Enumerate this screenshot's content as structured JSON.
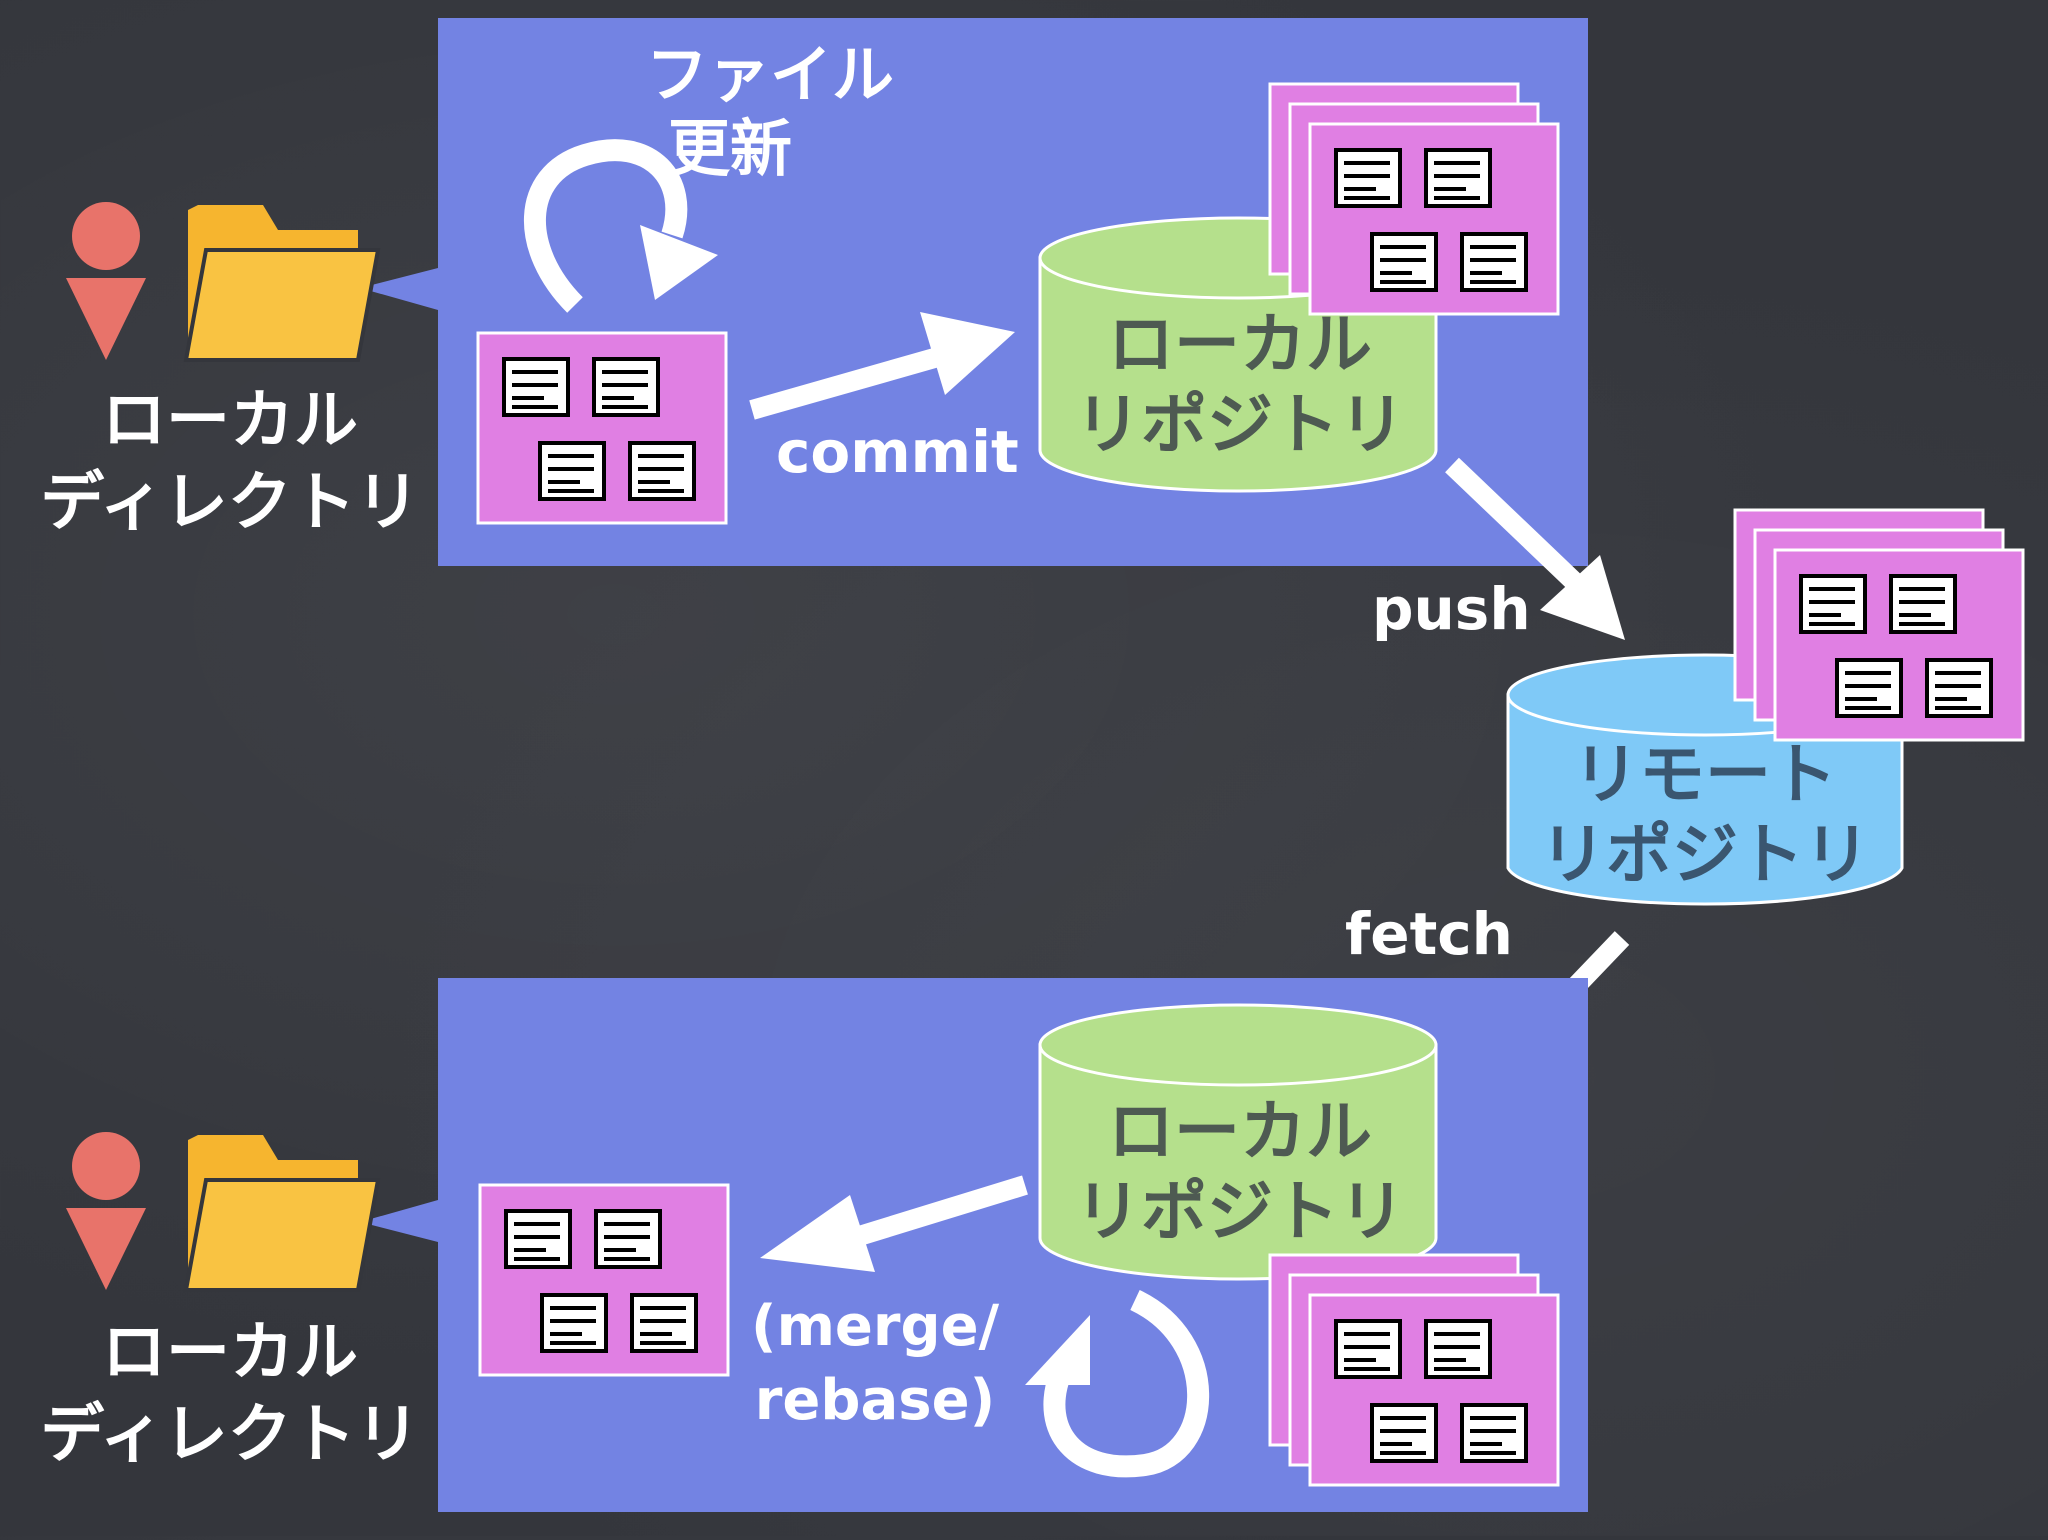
{
  "top_panel": {
    "update_label_line1": "ファイル",
    "update_label_line2": "更新",
    "commit_label": "commit",
    "repo_line1": "ローカル",
    "repo_line2": "リポジトリ"
  },
  "top_local_dir": {
    "line1": "ローカル",
    "line2": "ディレクトリ"
  },
  "push_label": "push",
  "remote_repo": {
    "line1": "リモート",
    "line2": "リポジトリ"
  },
  "fetch_label": "fetch",
  "bottom_panel": {
    "repo_line1": "ローカル",
    "repo_line2": "リポジトリ",
    "merge_line1": "(merge/",
    "merge_line2": "rebase)"
  },
  "bottom_local_dir": {
    "line1": "ローカル",
    "line2": "ディレクトリ"
  },
  "colors": {
    "panel": "#7383e3",
    "file_card": "#e07fe3",
    "local_repo": "#b5e08c",
    "remote_repo": "#7fc9f7",
    "folder": "#f6b52f",
    "person": "#e8736a"
  }
}
